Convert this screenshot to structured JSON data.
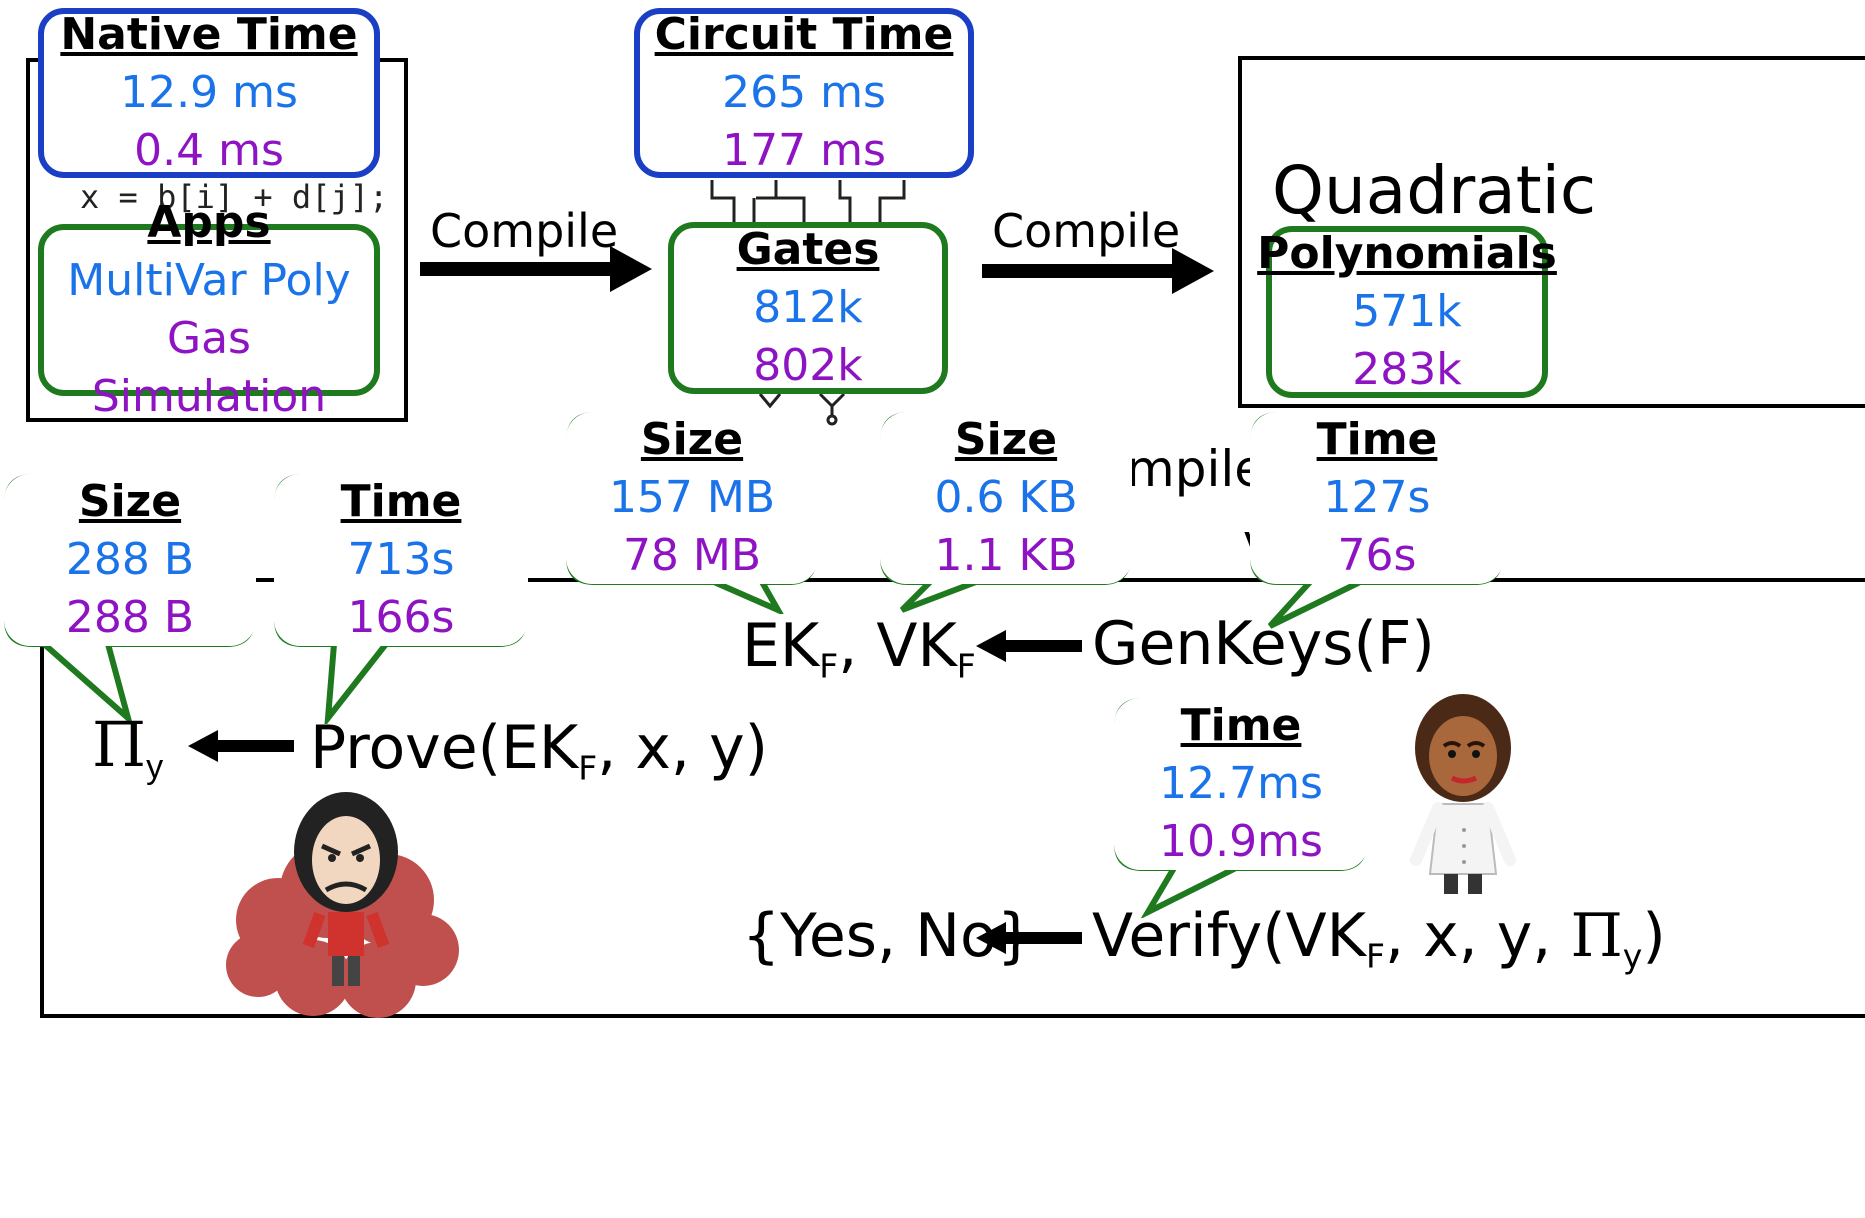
{
  "top": {
    "native_time": {
      "title": "Native Time",
      "line1": "12.9 ms",
      "line2": "0.4 ms"
    },
    "code_line": "x = b[i] + d[j];",
    "apps": {
      "title": "Apps",
      "line1": "MultiVar Poly",
      "line2": "Gas Simulation"
    },
    "compile1": "Compile",
    "circuit_time": {
      "title": "Circuit Time",
      "line1": "265 ms",
      "line2": "177 ms"
    },
    "gates": {
      "title": "Gates",
      "line1": "812k",
      "line2": "802k"
    },
    "compile2": "Compile",
    "quadratic": "Quadratic",
    "polynomials": {
      "title": "Polynomials",
      "line1": "571k",
      "line2": "283k"
    }
  },
  "bubbles": {
    "ek_size": {
      "title": "Size",
      "line1": "157 MB",
      "line2": "78 MB"
    },
    "vk_size": {
      "title": "Size",
      "line1": "0.6 KB",
      "line2": "1.1 KB"
    },
    "genkeys_time": {
      "title": "Time",
      "line1": "127s",
      "line2": "76s"
    },
    "proof_size": {
      "title": "Size",
      "line1": "288 B",
      "line2": "288 B"
    },
    "prove_time": {
      "title": "Time",
      "line1": "713s",
      "line2": "166s"
    },
    "verify_time": {
      "title": "Time",
      "line1": "12.7ms",
      "line2": "10.9ms"
    }
  },
  "partial": {
    "compile_fragment": "mpile",
    "v_fragment": "V"
  },
  "protocol": {
    "ek": "EK",
    "vk": "VK",
    "sub_f": "F",
    "comma": ",",
    "genkeys": "GenKeys(F)",
    "pi": "Π",
    "sub_y": "y",
    "prove_prefix": "Prove(EK",
    "prove_suffix": ", x, y)",
    "yesno": "{Yes, No}",
    "verify_prefix": "Verify(VK",
    "verify_mid": ", x, y, ",
    "verify_close": ")"
  },
  "colors": {
    "blue_border": "#1a3fc4",
    "green_border": "#1f7a1f",
    "blue_text": "#1a73e8",
    "purple_text": "#8e13c2",
    "cloud": "#c0504d"
  }
}
